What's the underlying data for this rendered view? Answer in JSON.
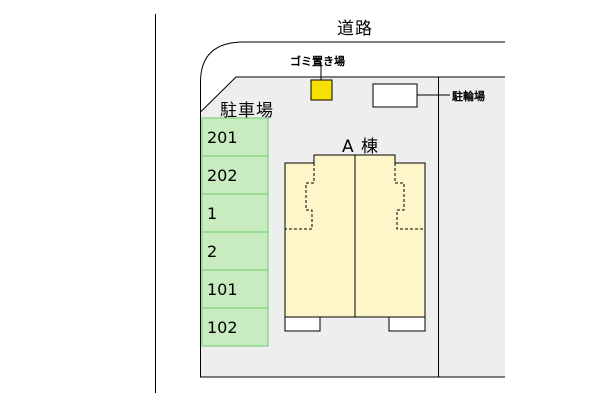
{
  "labels": {
    "road": "道路",
    "parking": "駐車場",
    "building": "A 棟",
    "garbage": "ゴミ置き場",
    "bicycle_parking": "駐輪場"
  },
  "parking_spaces": [
    "201",
    "202",
    "1",
    "2",
    "101",
    "102"
  ],
  "colors": {
    "lot_fill": "#eeeeee",
    "parking_fill": "#c8ebc0",
    "parking_stroke": "#6ccf6c",
    "building_fill": "#fdf6c9",
    "garbage_fill": "#f6e100",
    "line": "#000000"
  }
}
